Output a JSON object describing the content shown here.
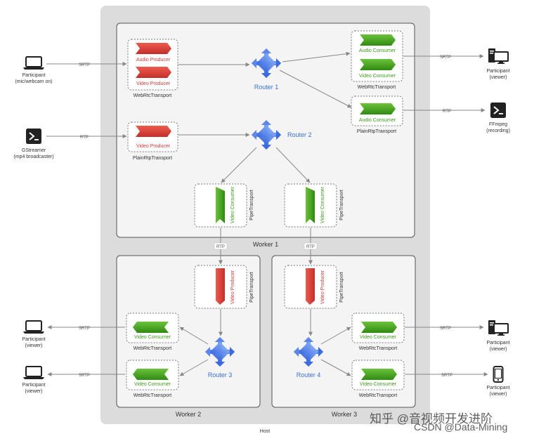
{
  "host": {
    "label": "Host"
  },
  "workers": {
    "w1": "Worker 1",
    "w2": "Worker 2",
    "w3": "Worker 3"
  },
  "routers": {
    "r1": "Router 1",
    "r2": "Router 2",
    "r3": "Router 3",
    "r4": "Router 4"
  },
  "transports": {
    "webrtc": "WebRtcTransport",
    "plain": "PlainRtpTransport",
    "pipe": "PipeTransport"
  },
  "chevrons": {
    "audio_producer": "Audio Producer",
    "video_producer": "Video Producer",
    "audio_consumer": "Audio Consumer",
    "video_consumer": "Video Consumer"
  },
  "protocols": {
    "srtp": "SRTP",
    "rtp": "RTP"
  },
  "endpoints": {
    "participant": "Participant",
    "mic_webcam": "(mic/webcam on)",
    "viewer": "(viewer)",
    "gstreamer": "GStreamer",
    "mp4_broadcaster": "(mp4 broadcaster)",
    "ffmpeg": "FFmpeg",
    "recording": "(recording)"
  },
  "watermark": {
    "line1": "知乎 @音视频开发进阶",
    "line2": "CSDN @Data-Mining"
  },
  "colors": {
    "host_bg": "#dcdcdc",
    "worker_bg": "#f4f4f4",
    "producer_red": "#d13b36",
    "consumer_green": "#3a9a1a",
    "router_blue": "#4f7fe8"
  },
  "icons": {
    "laptop": "laptop-icon",
    "desktop": "desktop-icon",
    "terminal": "terminal-icon",
    "phone": "phone-icon",
    "router": "router-icon"
  }
}
